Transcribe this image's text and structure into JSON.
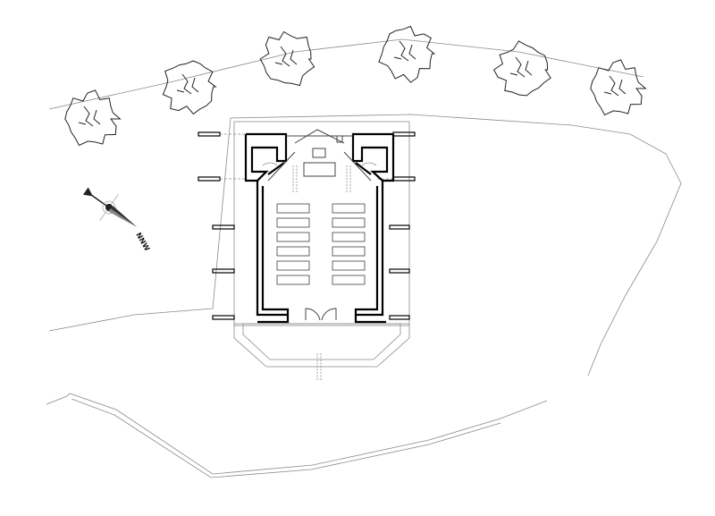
{
  "drawing": {
    "type": "site plan",
    "compass_label": "NNW",
    "tree_count": 6,
    "pew_rows_per_side": 6
  }
}
